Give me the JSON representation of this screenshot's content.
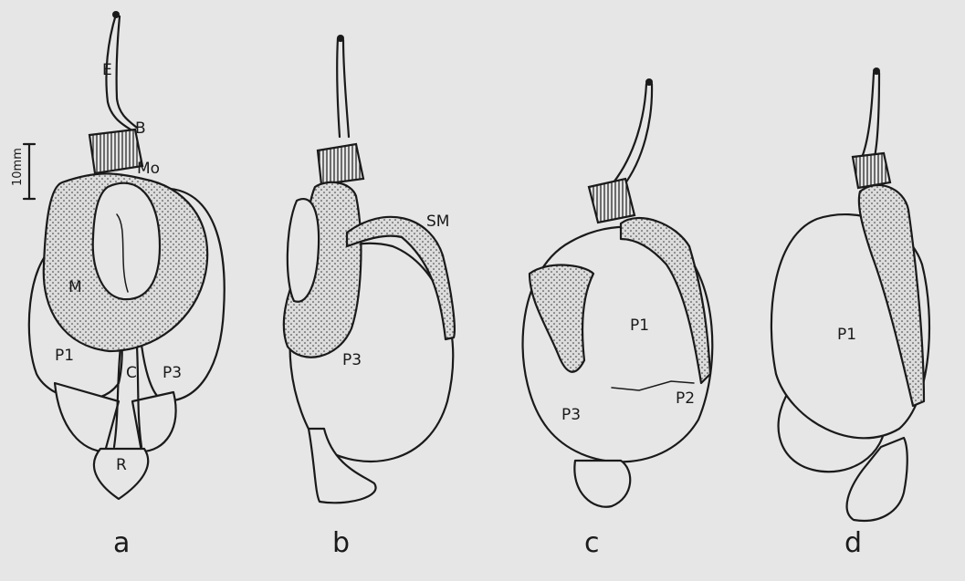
{
  "scale_bar": {
    "label": "10mm"
  },
  "specimens": [
    {
      "id": "a",
      "panel_label": "a",
      "labels": {
        "E": "E",
        "B": "B",
        "Mo": "Mo",
        "M": "M",
        "P1": "P1",
        "C": "C",
        "P3": "P3",
        "R": "R"
      }
    },
    {
      "id": "b",
      "panel_label": "b",
      "labels": {
        "SM": "SM",
        "P3": "P3"
      }
    },
    {
      "id": "c",
      "panel_label": "c",
      "labels": {
        "P1": "P1",
        "P2": "P2",
        "P3": "P3"
      }
    },
    {
      "id": "d",
      "panel_label": "d",
      "labels": {
        "P1": "P1"
      }
    }
  ]
}
